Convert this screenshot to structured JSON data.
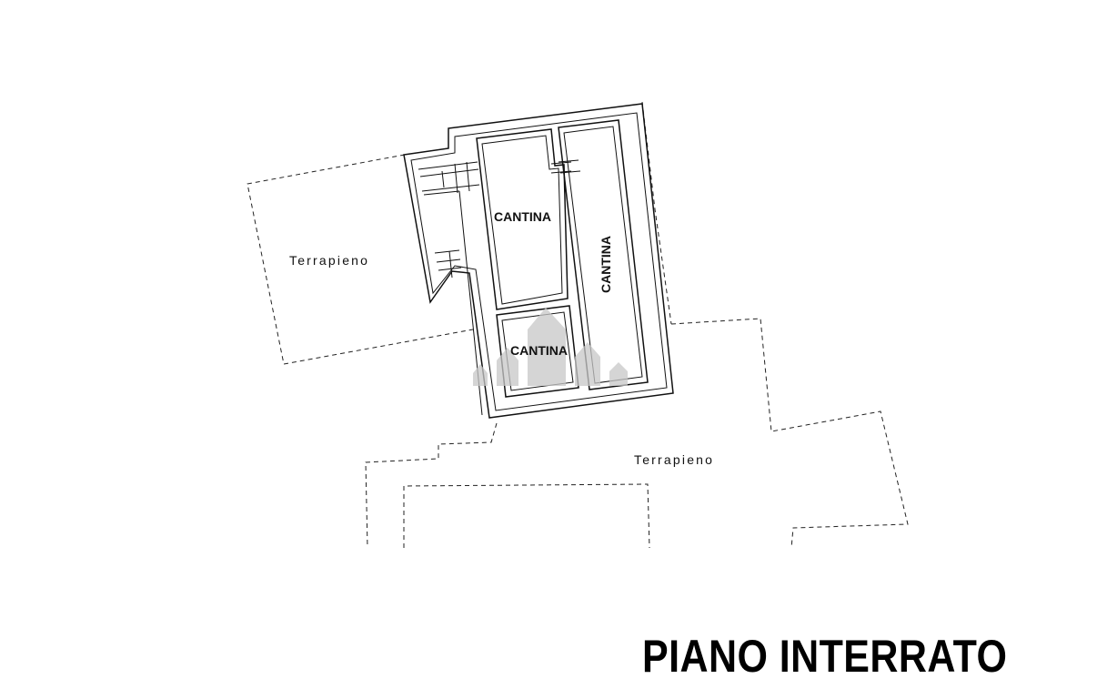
{
  "rooms": {
    "cantina_top": "CANTINA",
    "cantina_right": "CANTINA",
    "cantina_bottom": "CANTINA"
  },
  "zones": {
    "left": "Terrapieno",
    "bottom": "Terrapieno"
  },
  "floor_title": "PIANO INTERRATO"
}
